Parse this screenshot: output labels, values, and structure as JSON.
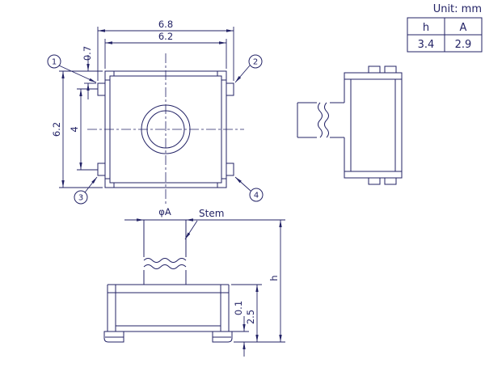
{
  "colors": {
    "line": "#232366",
    "background": "#ffffff"
  },
  "unit_label": "Unit: mm",
  "spec_table": {
    "headers": [
      "h",
      "A"
    ],
    "values": [
      "3.4",
      "2.9"
    ]
  },
  "top_view": {
    "dim_overall_width": "6.8",
    "dim_body_width": "6.2",
    "dim_body_height": "6.2",
    "dim_terminal_pitch": "4",
    "dim_terminal_offset": "0.7",
    "callouts": [
      "1",
      "2",
      "3",
      "4"
    ]
  },
  "front_view": {
    "dim_stem_diameter": "φA",
    "stem_label": "Stem",
    "dim_total_height": "h",
    "dim_base_height": "2.5",
    "dim_standoff": "0.1"
  }
}
